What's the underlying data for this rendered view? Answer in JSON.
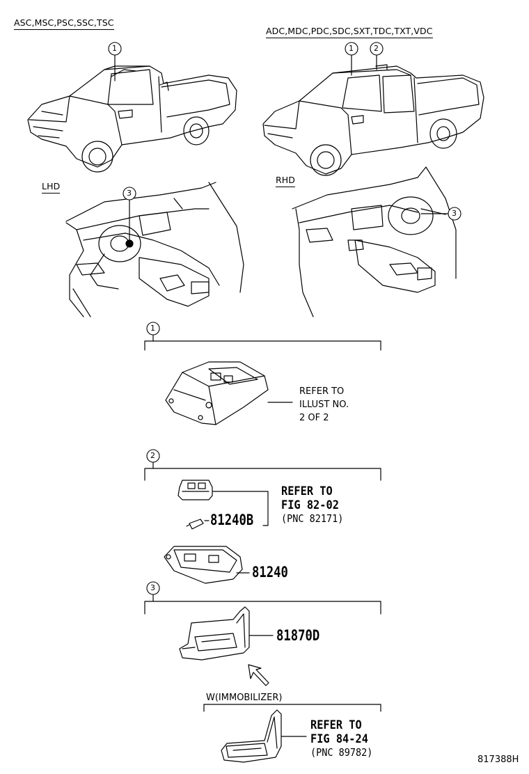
{
  "headers": {
    "left_models": "ASC,MSC,PSC,SSC,TSC",
    "right_models": "ADC,MDC,PDC,SDC,SXT,TDC,TXT,VDC",
    "lhd": "LHD",
    "rhd": "RHD",
    "immobilizer": "W(IMMOBILIZER)"
  },
  "callouts": {
    "one": "1",
    "two": "2",
    "three": "3"
  },
  "section1": {
    "refer_line1": "REFER TO",
    "refer_line2": "ILLUST NO.",
    "refer_line3": "2 OF 2"
  },
  "section2": {
    "refer_line1": "REFER TO",
    "refer_line2": "FIG 82-02",
    "refer_line3": "(PNC 82171)",
    "part_bulb": "81240B",
    "part_lamp": "81240"
  },
  "section3": {
    "part_switch": "81870D",
    "refer_line1": "REFER TO",
    "refer_line2": "FIG 84-24",
    "refer_line3": "(PNC 89782)"
  },
  "illustration_id": "817388H"
}
